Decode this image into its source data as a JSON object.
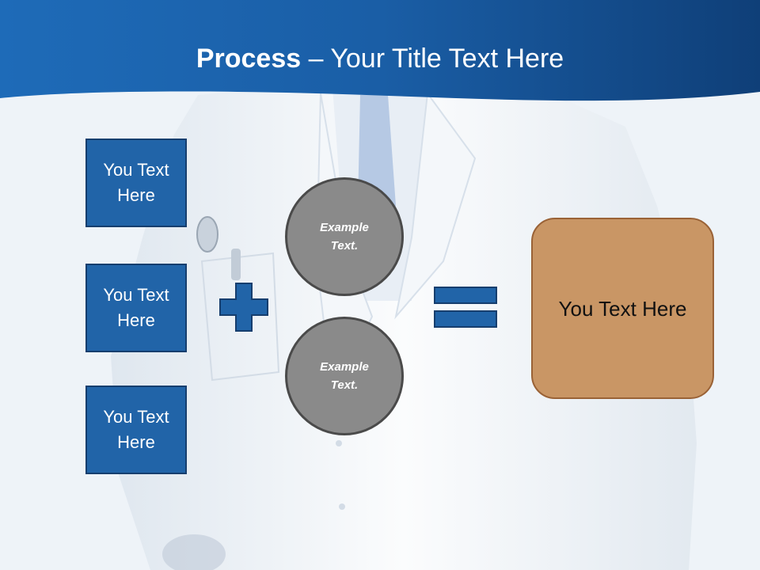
{
  "slide": {
    "title_bold": "Process",
    "title_rest": " – Your Title Text Here"
  },
  "left_boxes": [
    {
      "label": "You Text Here"
    },
    {
      "label": "You Text Here"
    },
    {
      "label": "You Text Here"
    }
  ],
  "circles": [
    {
      "label": "Example Text."
    },
    {
      "label": "Example Text."
    }
  ],
  "result": {
    "label": "You Text Here"
  },
  "colors": {
    "header_blue": "#1a5ea6",
    "box_blue": "#2164a8",
    "circle_gray": "#8a8a8a",
    "result_tan": "#c99665"
  },
  "icons": {
    "plus": "plus-icon",
    "equals": "equals-icon"
  }
}
